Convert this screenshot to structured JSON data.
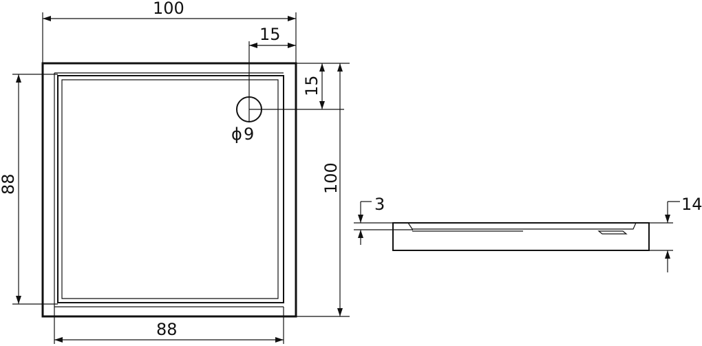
{
  "top_view": {
    "overall_width": "100",
    "inner_width": "88",
    "overall_depth": "100",
    "inner_depth": "88",
    "drain_offset_x": "15",
    "drain_offset_y": "15",
    "drain_diameter_symbol": "ϕ",
    "drain_diameter_value": "9"
  },
  "side_view": {
    "rim_depth": "3",
    "total_height": "14"
  }
}
